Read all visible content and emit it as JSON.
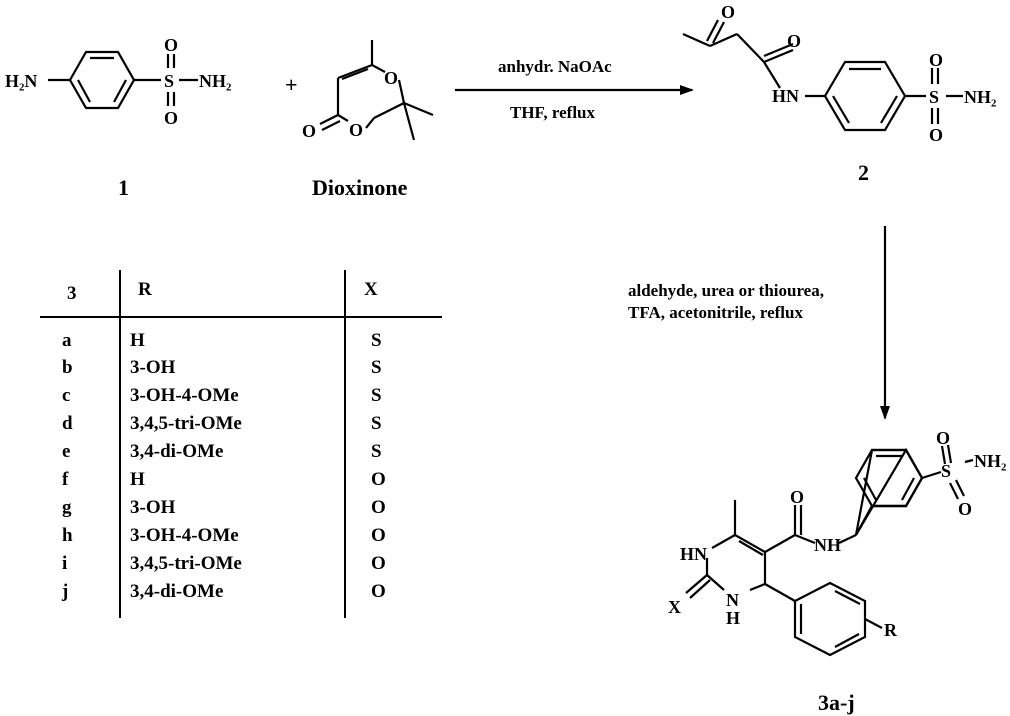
{
  "compounds": {
    "c1": {
      "label": "1"
    },
    "dioxinone": {
      "label": "Dioxinone"
    },
    "c2": {
      "label": "2"
    },
    "product": {
      "label": "3a-j"
    }
  },
  "operators": {
    "plus": "+"
  },
  "reaction1": {
    "reagent": "anhydr. NaOAc",
    "conditions": "THF, reflux"
  },
  "reaction2": {
    "line1": "aldehyde, urea or thiourea,",
    "line2": "TFA, acetonitrile, reflux"
  },
  "atoms": {
    "H2N": "H₂N",
    "NH2": "NH₂",
    "S": "S",
    "O": "O",
    "HN": "HN",
    "NH": "NH",
    "H": "H",
    "N": "N",
    "X": "X",
    "R": "R"
  },
  "table": {
    "headers": {
      "compound": "3",
      "r": "R",
      "x": "X"
    },
    "rows": [
      {
        "id": "a",
        "r": "H",
        "x": "S"
      },
      {
        "id": "b",
        "r": "3-OH",
        "x": "S"
      },
      {
        "id": "c",
        "r": "3-OH-4-OMe",
        "x": "S"
      },
      {
        "id": "d",
        "r": "3,4,5-tri-OMe",
        "x": "S"
      },
      {
        "id": "e",
        "r": "3,4-di-OMe",
        "x": "S"
      },
      {
        "id": "f",
        "r": "H",
        "x": "O"
      },
      {
        "id": "g",
        "r": "3-OH",
        "x": "O"
      },
      {
        "id": "h",
        "r": "3-OH-4-OMe",
        "x": "O"
      },
      {
        "id": "i",
        "r": "3,4,5-tri-OMe",
        "x": "O"
      },
      {
        "id": "j",
        "r": "3,4-di-OMe",
        "x": "O"
      }
    ]
  }
}
